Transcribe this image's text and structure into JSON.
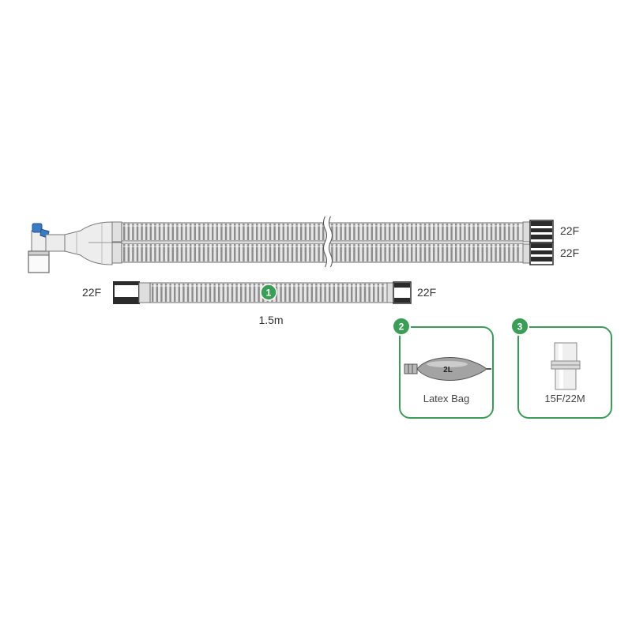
{
  "dual_limb_circuit": {
    "upper_end_label": "22F",
    "lower_end_label": "22F"
  },
  "extension_tube": {
    "badge": "1",
    "left_end_label": "22F",
    "right_end_label": "22F",
    "length_label": "1.5m"
  },
  "accessories": [
    {
      "badge": "2",
      "name": "Latex Bag",
      "volume": "2L"
    },
    {
      "badge": "3",
      "name": "15F/22M"
    }
  ],
  "colors": {
    "accent_green": "#3a9e57",
    "tube_light": "#e6e6e6",
    "tube_rib": "#8c8c8c",
    "outline": "#6e6e6e",
    "valve_blue": "#3b7bc4",
    "connector_dark": "#2b2b2b"
  }
}
